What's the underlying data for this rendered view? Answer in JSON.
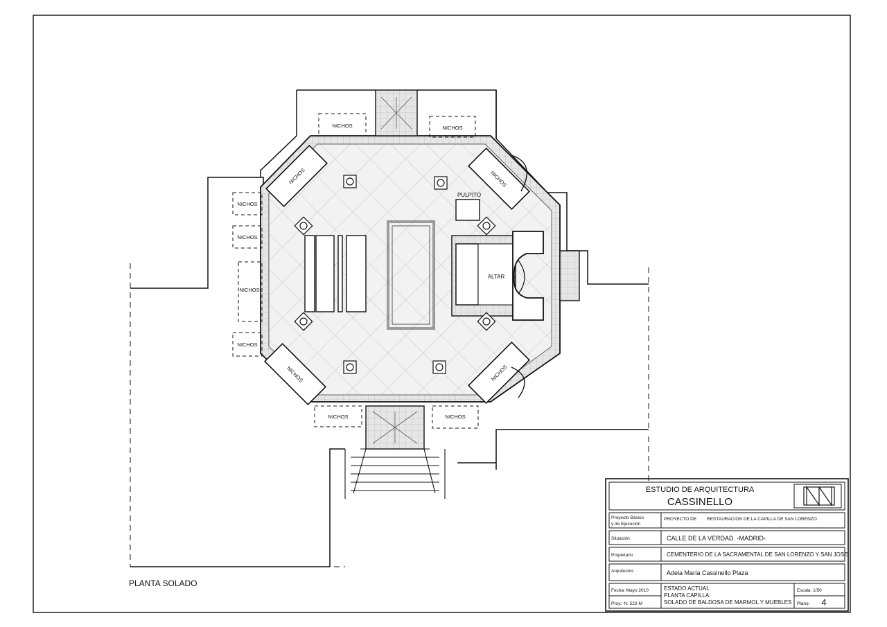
{
  "drawing": {
    "title": "PLANTA SOLADO",
    "labels": {
      "niche": "NICHOS",
      "pulpit": "PULPITO",
      "altar": "ALTAR"
    }
  },
  "title_block": {
    "studio_line": "ESTUDIO DE ARQUITECTURA",
    "studio_name": "CASSINELLO",
    "rows": [
      {
        "label": "Proyecto Básico",
        "label2": "y de Ejecución",
        "value_prefix": "PROYECTO DE",
        "value": "RESTAURACION DE LA CAPILLA DE SAN LORENZO"
      },
      {
        "label": "Situación",
        "value": "CALLE DE LA VERDAD. -MADRID-"
      },
      {
        "label": "Propietario",
        "value": "CEMENTERIO DE LA SACRAMENTAL DE SAN LORENZO Y SAN JOSE"
      },
      {
        "label": "Arquitectos",
        "value": "Adela María  Cassinello Plaza"
      }
    ],
    "date": "Fecha: Mayo 2010",
    "project_number": "Proy.: N: 522-M",
    "description": [
      "ESTADO ACTUAL",
      "PLANTA CAPILLA:",
      "SOLADO DE BALDOSA DE MARMOL Y MUEBLES"
    ],
    "scale": "Escala: 1/50",
    "plan_label": "Plano:",
    "plan_number": "4"
  }
}
